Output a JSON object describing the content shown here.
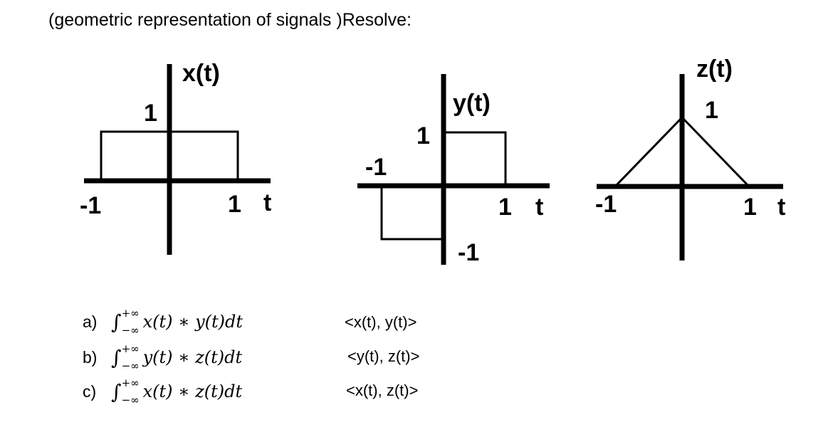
{
  "title": "(geometric representation of signals )Resolve:",
  "chart_data": [
    {
      "type": "line",
      "title": "x(t)",
      "xlabel": "t",
      "points": [
        [
          -1,
          0
        ],
        [
          -1,
          1
        ],
        [
          1,
          1
        ],
        [
          1,
          0
        ]
      ],
      "labels": {
        "x_neg": "-1",
        "x_pos": "1",
        "y_pos": "1"
      }
    },
    {
      "type": "line",
      "title": "y(t)",
      "xlabel": "t",
      "points": [
        [
          -1,
          0
        ],
        [
          -1,
          -1
        ],
        [
          0,
          -1
        ],
        [
          0,
          1
        ],
        [
          1,
          1
        ],
        [
          1,
          0
        ]
      ],
      "labels": {
        "x_neg": "-1",
        "x_pos": "1",
        "y_pos": "1",
        "y_neg": "-1"
      }
    },
    {
      "type": "line",
      "title": "z(t)",
      "xlabel": "t",
      "points": [
        [
          -1,
          0
        ],
        [
          0,
          1
        ],
        [
          1,
          0
        ]
      ],
      "labels": {
        "x_neg": "-1",
        "x_pos": "1",
        "y_pos": "1"
      }
    }
  ],
  "questions": [
    {
      "letter": "a)",
      "upper": "+∞",
      "lower": "−∞",
      "expr": "x(t) ∗ y(t)dt",
      "inner": "<x(t), y(t)>"
    },
    {
      "letter": "b)",
      "upper": "+∞",
      "lower": "−∞",
      "expr": "y(t) ∗ z(t)dt",
      "inner": "<y(t), z(t)>"
    },
    {
      "letter": "c)",
      "upper": "+∞",
      "lower": "−∞",
      "expr": "x(t) ∗ z(t)dt",
      "inner": "<x(t), z(t)>"
    }
  ]
}
